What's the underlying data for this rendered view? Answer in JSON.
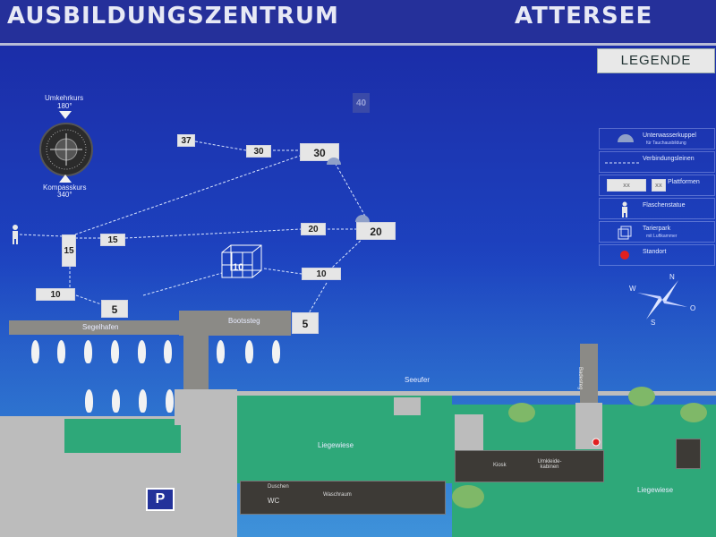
{
  "header": {
    "title_left": "AUSBILDUNGSZENTRUM",
    "title_right": "ATTERSEE"
  },
  "compass": {
    "top_label": "Umkehrkurs",
    "top_value": "180°",
    "bottom_label": "Kompasskurs",
    "bottom_value": "340°"
  },
  "markers": {
    "m37": "37",
    "m30a": "30",
    "m30b": "30",
    "m40": "40",
    "m15a": "15",
    "m15b": "15",
    "m20a": "20",
    "m20b": "20",
    "m10a": "10",
    "m10b": "10",
    "m10c": "10",
    "m5a": "5",
    "m5b": "5"
  },
  "map_labels": {
    "segelhafen": "Segelhafen",
    "bootssteg": "Bootssteg",
    "seeufer": "Seeufer",
    "liegewiese_left": "Liegewiese",
    "liegewiese_right": "Liegewiese",
    "duschen": "Duschen",
    "wc": "WC",
    "waschraum": "Waschraum",
    "badesteg": "Badesteg",
    "parking": "P",
    "kiosk": "Kiosk",
    "umkleide": "Umkleide-kabinen"
  },
  "legend": {
    "title": "LEGENDE",
    "items": [
      {
        "label": "Unterwasserkuppel",
        "sub": "für Tauchausbildung"
      },
      {
        "label": "Verbindungsleinen",
        "sub": ""
      },
      {
        "label": "Plattformen",
        "sub": "",
        "marker_a": "xx",
        "marker_b": "xx"
      },
      {
        "label": "Flaschenstatue",
        "sub": ""
      },
      {
        "label": "Tarierpark",
        "sub": "mit Luftkammer"
      },
      {
        "label": "Standort",
        "sub": ""
      }
    ]
  },
  "compass_rose": {
    "n": "N",
    "o": "O",
    "s": "S",
    "w": "W"
  },
  "colors": {
    "water_top": "#1b2da8",
    "water_bottom": "#3b8bd8",
    "grass": "#2ea879",
    "header": "#25309a"
  }
}
